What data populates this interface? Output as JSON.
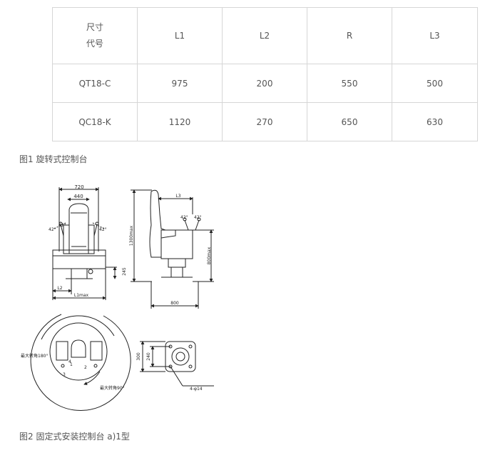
{
  "table": {
    "header": {
      "corner_top": "尺寸",
      "corner_bottom": "代号",
      "columns": [
        "L1",
        "L2",
        "R",
        "L3"
      ]
    },
    "rows": [
      {
        "code": "QT18-C",
        "values": [
          "975",
          "200",
          "550",
          "500"
        ]
      },
      {
        "code": "QC18-K",
        "values": [
          "1120",
          "270",
          "650",
          "630"
        ]
      }
    ]
  },
  "captions": {
    "fig1": "图1 旋转式控制台",
    "fig2": "图2 固定式安装控制台 a)1型"
  },
  "drawing_labels": {
    "w720": "720",
    "w440": "440",
    "a42l": "42°",
    "a42c": "42°",
    "a42r": "42°",
    "h245": "245",
    "l2": "L2",
    "l1max": "L1max",
    "l3": "L3",
    "h1300": "1300max",
    "h800": "800max",
    "w800": "800",
    "rot180": "最大转角180°",
    "rot90": "最大转角90°",
    "n1": "1",
    "n2": "2",
    "n3": "3",
    "n4": "4",
    "h300": "300",
    "h240": "240",
    "holes": "4-φ14"
  }
}
